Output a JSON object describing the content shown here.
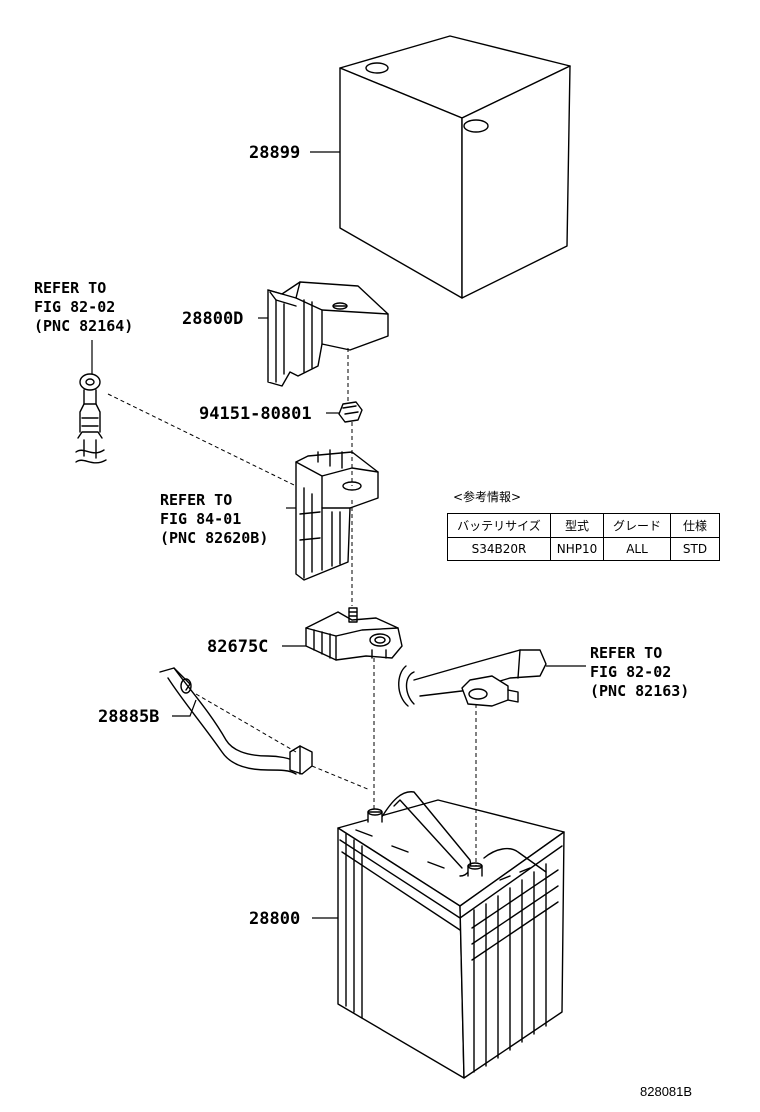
{
  "parts": {
    "p28899": "28899",
    "p28800D": "28800D",
    "p94151": "94151-80801",
    "p82675C": "82675C",
    "p28885B": "28885B",
    "p28800": "28800"
  },
  "refs": {
    "ref1": {
      "line1": "REFER TO",
      "line2": "FIG 82-02",
      "line3": "(PNC 82164)"
    },
    "ref2": {
      "line1": "REFER TO",
      "line2": "FIG 84-01",
      "line3": "(PNC 82620B)"
    },
    "ref3": {
      "line1": "REFER TO",
      "line2": "FIG 82-02",
      "line3": "(PNC 82163)"
    }
  },
  "info": {
    "title": "<参考情報>",
    "headers": [
      "バッテリサイズ",
      "型式",
      "グレード",
      "仕様"
    ],
    "row": [
      "S34B20R",
      "NHP10",
      "ALL",
      "STD"
    ]
  },
  "figure_id": "828081B"
}
